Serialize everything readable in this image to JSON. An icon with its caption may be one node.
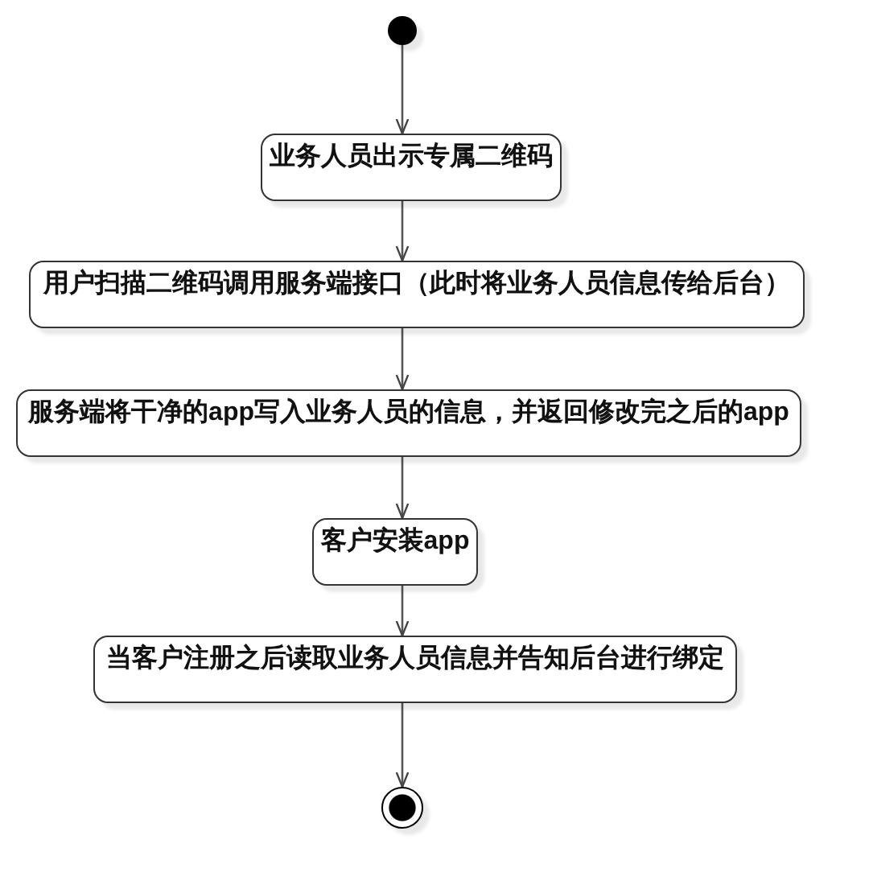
{
  "diagram": {
    "nodes": [
      {
        "text": [],
        "shape": "circle"
      },
      {
        "text": [
          "业务人员出示专属二维码"
        ]
      },
      {
        "text": [
          "用户扫描二维码调用服务端接口（此时将业务人员信息传给后台）"
        ]
      },
      {
        "text": [
          "服务端将干净的app写入业务人员的信息，并返回修改完之后的app"
        ]
      },
      {
        "text": [
          "客户安装app"
        ]
      },
      {
        "text": [
          "当客户注册之后读取业务人员信息并告知后台进行绑定"
        ]
      },
      {
        "text": [],
        "shape": "bullseye"
      }
    ],
    "edges": [
      {
        "from": 0,
        "to": 1,
        "arrow": "to"
      },
      {
        "from": 1,
        "to": 2,
        "arrow": "to"
      },
      {
        "from": 2,
        "to": 3,
        "arrow": "to"
      },
      {
        "from": 3,
        "to": 4,
        "arrow": "to"
      },
      {
        "from": 4,
        "to": 5,
        "arrow": "to"
      },
      {
        "from": 5,
        "to": 6,
        "arrow": "to"
      }
    ]
  }
}
